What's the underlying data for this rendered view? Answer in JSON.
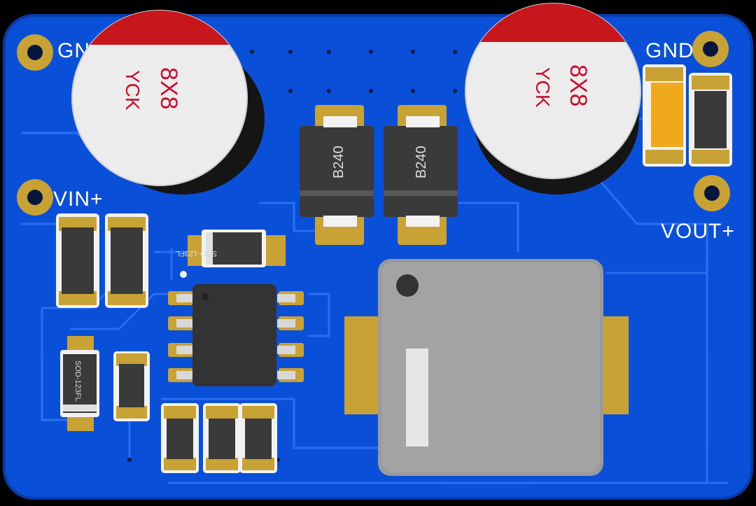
{
  "board": {
    "colors": {
      "board": "#0a4fd8",
      "board_edge": "#083aa8",
      "copper_pour": "#0c5ae6",
      "trace": "#1f6cf2",
      "pad_gold": "#c9a236",
      "component_dark": "#3a3a3a",
      "capacitor_top": "#ececec",
      "capacitor_band": "#c8161d",
      "inductor": "#9a9a9a",
      "silkscreen": "#ffffff"
    },
    "labels": {
      "gnd_left": "GN",
      "gnd_right": "GND",
      "vin": "VIN+",
      "vout": "VOUT+"
    },
    "capacitors": [
      {
        "size": "8X8",
        "brand": "YCK"
      },
      {
        "size": "8X8",
        "brand": "YCK"
      }
    ],
    "diodes": [
      {
        "part": "B240"
      },
      {
        "part": "B240"
      }
    ],
    "small_diodes": [
      {
        "package": "SOD-123FL"
      },
      {
        "package": "SOD-123FL"
      }
    ]
  }
}
